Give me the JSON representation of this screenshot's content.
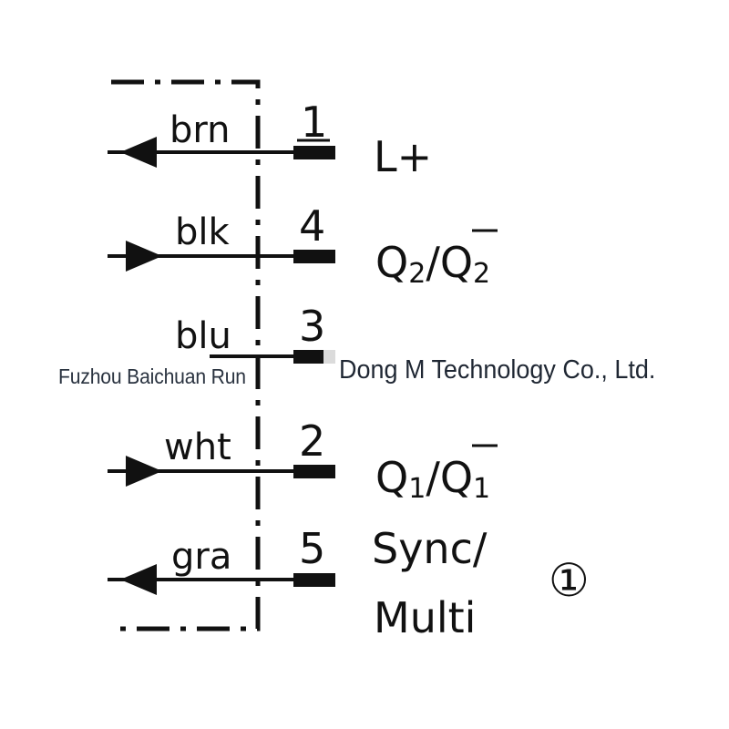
{
  "pins": [
    {
      "wire": "brn",
      "number": "1",
      "signal": "L+"
    },
    {
      "wire": "blk",
      "number": "4",
      "signal": "Q",
      "signal_sub": "2",
      "signal_bar": "Q",
      "signal_bar_sub": "2"
    },
    {
      "wire": "blu",
      "number": "3",
      "signal": ""
    },
    {
      "wire": "wht",
      "number": "2",
      "signal": "Q",
      "signal_sub": "1",
      "signal_bar": "Q",
      "signal_bar_sub": "1"
    },
    {
      "wire": "gra",
      "number": "5",
      "signal_line1": "Sync/",
      "signal_line2": "Multi"
    }
  ],
  "callout": "①",
  "watermark": {
    "left": "Fuzhou Baichuan Run",
    "right": "Dong M Technology Co., Ltd."
  }
}
